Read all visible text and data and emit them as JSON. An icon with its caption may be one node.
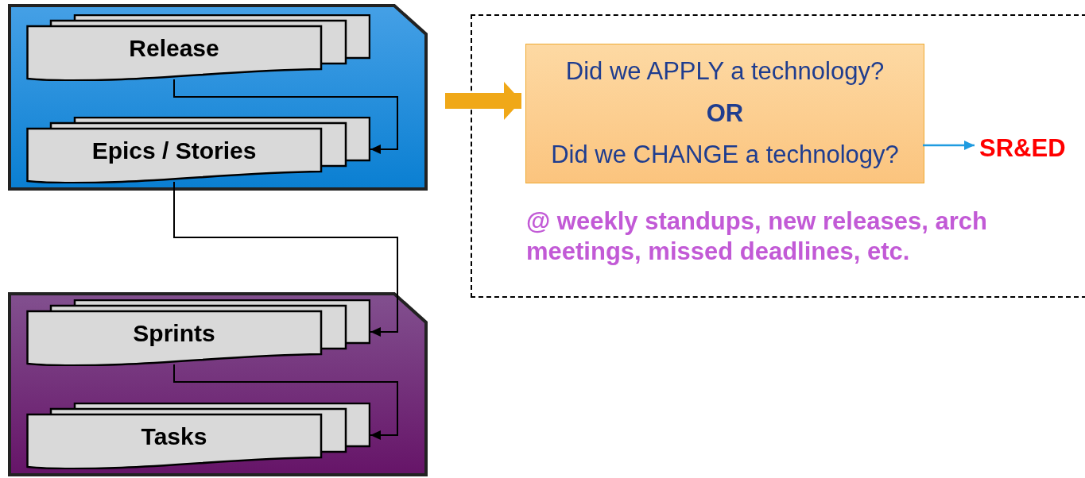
{
  "diagram": {
    "nodes": [
      {
        "text": [],
        "shape": "box"
      },
      {
        "text": [
          "Release"
        ],
        "in": 0
      },
      {
        "text": [
          "Epics / Stories"
        ],
        "in": 0
      },
      {
        "text": [],
        "shape": "box"
      },
      {
        "text": [
          "Sprints"
        ],
        "in": 3
      },
      {
        "text": [
          "Tasks"
        ],
        "in": 3
      },
      {
        "text": [],
        "shape": "box"
      },
      {
        "text": [
          "Did we APPLY a technology?",
          "OR",
          "Did we CHANGE a technology?"
        ],
        "in": 6
      },
      {
        "text": [
          "SR&ED"
        ],
        "in": 6
      }
    ],
    "edges": [
      {
        "from": 1,
        "to": 2,
        "arrow": "to"
      },
      {
        "from": 2,
        "to": 4,
        "arrow": "to"
      },
      {
        "from": 4,
        "to": 5,
        "arrow": "to"
      },
      {
        "from": null,
        "to": 7,
        "arrow": "to",
        "style": "thick",
        "color": "#f0a818"
      },
      {
        "from": 7,
        "to": 8,
        "arrow": "to",
        "color": "#1f9be0"
      }
    ],
    "labels": [
      "@ weekly standups, new releases, arch meetings, missed deadlines, etc."
    ]
  }
}
